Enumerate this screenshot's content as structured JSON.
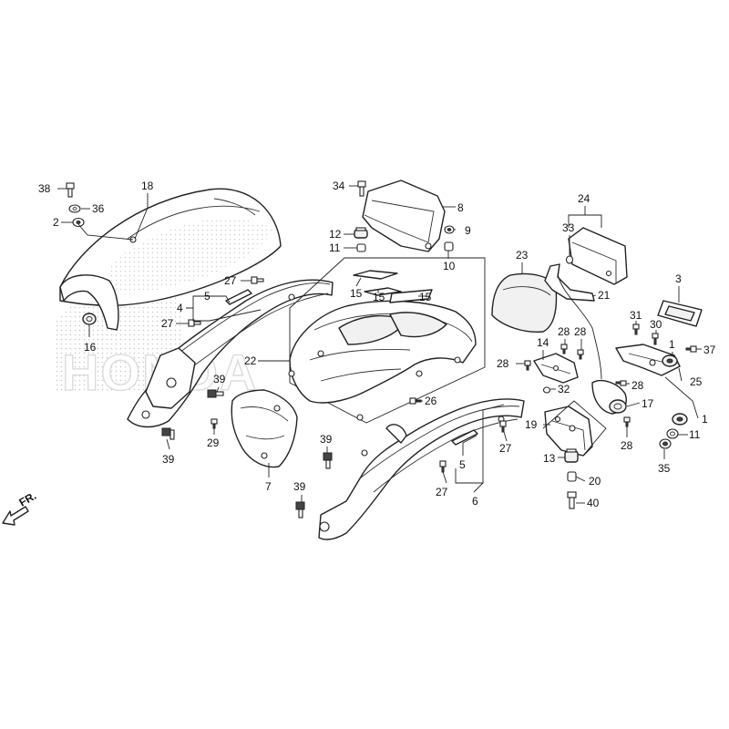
{
  "diagram": {
    "watermark": "HONDA",
    "direction_label": "FR.",
    "callouts": [
      {
        "id": "c38",
        "text": "38"
      },
      {
        "id": "c18",
        "text": "18"
      },
      {
        "id": "c36",
        "text": "36"
      },
      {
        "id": "c2a",
        "text": "2"
      },
      {
        "id": "c16",
        "text": "16"
      },
      {
        "id": "c27a",
        "text": "27"
      },
      {
        "id": "c5a",
        "text": "5"
      },
      {
        "id": "c4",
        "text": "4"
      },
      {
        "id": "c27b",
        "text": "27"
      },
      {
        "id": "c39a",
        "text": "39"
      },
      {
        "id": "c39b",
        "text": "39"
      },
      {
        "id": "c29",
        "text": "29"
      },
      {
        "id": "c7",
        "text": "7"
      },
      {
        "id": "c39c",
        "text": "39"
      },
      {
        "id": "c39d",
        "text": "39"
      },
      {
        "id": "c34",
        "text": "34"
      },
      {
        "id": "c8",
        "text": "8"
      },
      {
        "id": "c12",
        "text": "12"
      },
      {
        "id": "c9",
        "text": "9"
      },
      {
        "id": "c11a",
        "text": "11"
      },
      {
        "id": "c10",
        "text": "10"
      },
      {
        "id": "c15a",
        "text": "15"
      },
      {
        "id": "c15b",
        "text": "15"
      },
      {
        "id": "c15c",
        "text": "15"
      },
      {
        "id": "c22",
        "text": "22"
      },
      {
        "id": "c26",
        "text": "26"
      },
      {
        "id": "c27c",
        "text": "27"
      },
      {
        "id": "c5b",
        "text": "5"
      },
      {
        "id": "c27d",
        "text": "27"
      },
      {
        "id": "c6",
        "text": "6"
      },
      {
        "id": "c23",
        "text": "23"
      },
      {
        "id": "c24",
        "text": "24"
      },
      {
        "id": "c33",
        "text": "33"
      },
      {
        "id": "c21",
        "text": "21"
      },
      {
        "id": "c3",
        "text": "3"
      },
      {
        "id": "c28a",
        "text": "28"
      },
      {
        "id": "c28b",
        "text": "28"
      },
      {
        "id": "c14",
        "text": "14"
      },
      {
        "id": "c28c",
        "text": "28"
      },
      {
        "id": "c32",
        "text": "32"
      },
      {
        "id": "c31",
        "text": "31"
      },
      {
        "id": "c30",
        "text": "30"
      },
      {
        "id": "c1a",
        "text": "1"
      },
      {
        "id": "c37",
        "text": "37"
      },
      {
        "id": "c28d",
        "text": "28"
      },
      {
        "id": "c25",
        "text": "25"
      },
      {
        "id": "c17",
        "text": "17"
      },
      {
        "id": "c19",
        "text": "19"
      },
      {
        "id": "c28e",
        "text": "28"
      },
      {
        "id": "c1b",
        "text": "1"
      },
      {
        "id": "c11b",
        "text": "11"
      },
      {
        "id": "c35",
        "text": "35"
      },
      {
        "id": "c13",
        "text": "13"
      },
      {
        "id": "c20",
        "text": "20"
      },
      {
        "id": "c40",
        "text": "40"
      }
    ]
  }
}
